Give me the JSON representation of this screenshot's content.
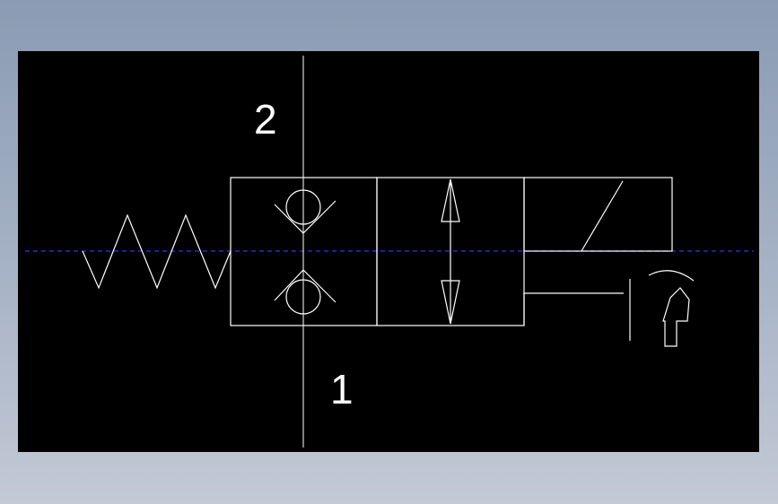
{
  "diagram": {
    "background_color": "#000000",
    "line_color": "#ffffff",
    "centerline_color": "#1f2fd0",
    "ports": [
      {
        "id": "top",
        "label": "2"
      },
      {
        "id": "bottom",
        "label": "1"
      }
    ]
  }
}
